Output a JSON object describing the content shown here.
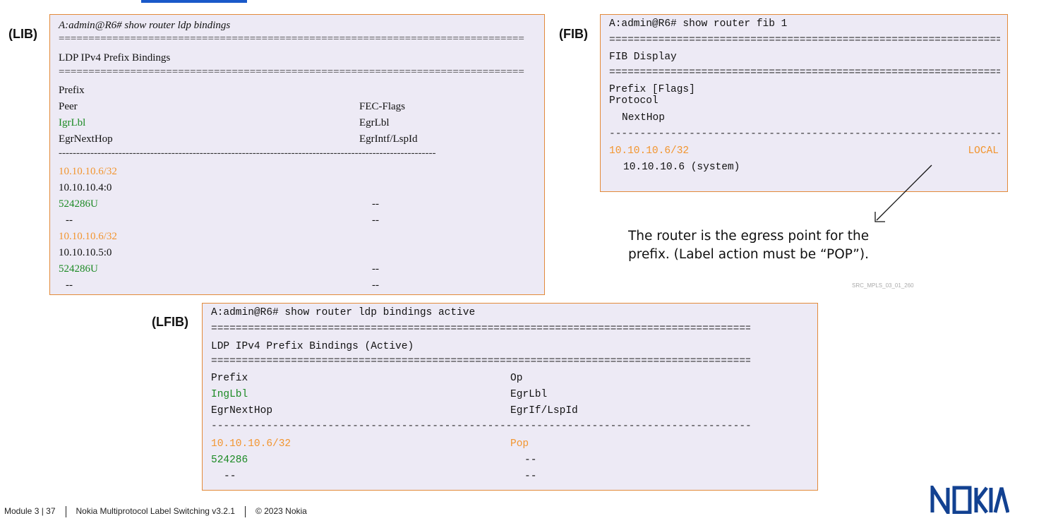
{
  "lib": {
    "tag": "(LIB)",
    "command": "A:admin@R6# show router ldp bindings",
    "title": "LDP IPv4 Prefix Bindings",
    "hdr_prefix": "Prefix",
    "hdr_peer": "Peer",
    "hdr_fecflags": "FEC-Flags",
    "hdr_igrlbl": "IgrLbl",
    "hdr_egrlbl": "EgrLbl",
    "hdr_egrnexthop": "EgrNextHop",
    "hdr_egrintf": "EgrIntf/LspId",
    "rows": [
      {
        "prefix": "10.10.10.6/32",
        "peer": "10.10.10.4:0",
        "igrlbl": "524286U",
        "egrlbl": "--",
        "nexthop": "--",
        "egrintf": "--"
      },
      {
        "prefix": "10.10.10.6/32",
        "peer": "10.10.10.5:0",
        "igrlbl": "524286U",
        "egrlbl": "--",
        "nexthop": "--",
        "egrintf": "--"
      }
    ]
  },
  "fib": {
    "tag": "(FIB)",
    "command": "A:admin@R6# show router fib 1",
    "title": "FIB Display",
    "hdr_prefix": "Prefix [Flags]",
    "hdr_protocol": "Protocol",
    "hdr_nexthop": "NextHop",
    "prefix": "10.10.10.6/32",
    "protocol": "LOCAL",
    "nexthop": "10.10.10.6 (system)"
  },
  "note": {
    "line1": "The router is the egress point for the",
    "line2": "prefix. (Label action must be “POP”).",
    "code": "SRC_MPLS_03_01_260"
  },
  "lfib": {
    "tag": "(LFIB)",
    "command": "A:admin@R6# show router ldp bindings active",
    "title": "LDP IPv4 Prefix Bindings (Active)",
    "hdr_prefix": "Prefix",
    "hdr_op": "Op",
    "hdr_inglbl": "IngLbl",
    "hdr_egrlbl": "EgrLbl",
    "hdr_egrnexthop": "EgrNextHop",
    "hdr_egrif": "EgrIf/LspId",
    "prefix": "10.10.10.6/32",
    "op": "Pop",
    "inglbl": "524286",
    "egrlbl": "--",
    "nexthop": "--",
    "egrif": "--"
  },
  "footer": {
    "module": "Module 3 | 37",
    "course": "Nokia Multiprotocol Label Switching v3.2.1",
    "copyright": "© 2023 Nokia"
  },
  "logo": {
    "text": "NOKIA",
    "color": "#124191"
  },
  "colors": {
    "accent": "#e38a3a",
    "prefix": "#f2952f",
    "label": "#1c8a24",
    "panel": "#edeaf5"
  }
}
